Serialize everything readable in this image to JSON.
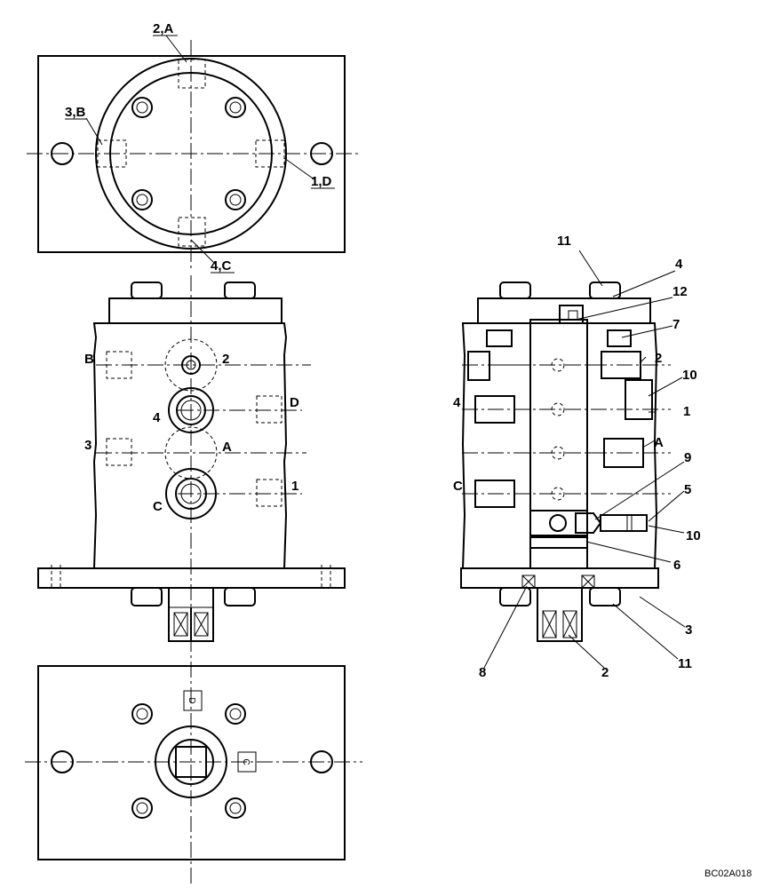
{
  "top_view": {
    "port_2a": "2,A",
    "port_3b": "3,B",
    "port_1d": "1,D",
    "port_4c": "4,C"
  },
  "front_view": {
    "label_B": "B",
    "label_2": "2",
    "label_4": "4",
    "label_D": "D",
    "label_3": "3",
    "label_A": "A",
    "label_1": "1",
    "label_C": "C"
  },
  "bottom_view": {
    "mark_D": "D",
    "mark_C": "C"
  },
  "section_view": {
    "callouts": {
      "c11_top": "11",
      "c4_top": "4",
      "c12": "12",
      "c7": "7",
      "c2_right": "2",
      "c10_upper": "10",
      "c1": "1",
      "cA": "A",
      "c9": "9",
      "c5": "5",
      "c10_lower": "10",
      "c6": "6",
      "c3": "3",
      "c11_bottom": "11",
      "c8": "8",
      "c2_bottom": "2",
      "c4_left": "4",
      "cC": "C"
    }
  },
  "figure_ref": "BC02A018"
}
